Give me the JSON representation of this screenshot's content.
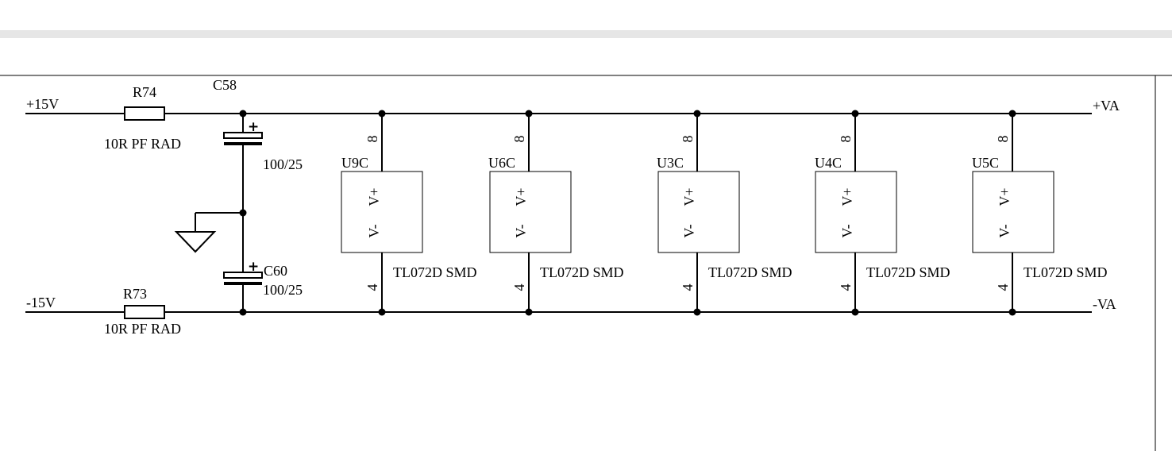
{
  "nets": {
    "pos_in": "+15V",
    "neg_in": "-15V",
    "pos_out": "+VA",
    "neg_out": "-VA"
  },
  "resistors": [
    {
      "ref": "R74",
      "value": "10R PF RAD"
    },
    {
      "ref": "R73",
      "value": "10R PF RAD"
    }
  ],
  "capacitors": [
    {
      "ref": "C58",
      "value": "100/25",
      "polarity": "+"
    },
    {
      "ref": "C60",
      "value": "100/25",
      "polarity": "+"
    }
  ],
  "ic_units": [
    {
      "ref": "U9C",
      "part": "TL072D SMD",
      "pin_top": "8",
      "pin_bottom": "4",
      "label_pos": "V+",
      "label_neg": "V-"
    },
    {
      "ref": "U6C",
      "part": "TL072D SMD",
      "pin_top": "8",
      "pin_bottom": "4",
      "label_pos": "V+",
      "label_neg": "V-"
    },
    {
      "ref": "U3C",
      "part": "TL072D SMD",
      "pin_top": "8",
      "pin_bottom": "4",
      "label_pos": "V+",
      "label_neg": "V-"
    },
    {
      "ref": "U4C",
      "part": "TL072D SMD",
      "pin_top": "8",
      "pin_bottom": "4",
      "label_pos": "V+",
      "label_neg": "V-"
    },
    {
      "ref": "U5C",
      "part": "TL072D SMD",
      "pin_top": "8",
      "pin_bottom": "4",
      "label_pos": "V+",
      "label_neg": "V-"
    }
  ]
}
